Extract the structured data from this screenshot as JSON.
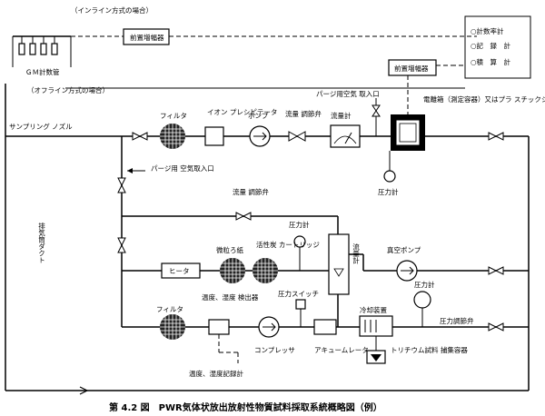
{
  "sections": {
    "inline": "（インライン方式の場合）",
    "offline": "（オフライン方式の場合）"
  },
  "labels": {
    "gm_tube": "ＧＭ計数管",
    "signal_amp_top": "前置増幅器",
    "signal_amp_right": "前置増幅器",
    "counter": "○計数率計",
    "recorder": "○記　録　計",
    "integrator": "○積　算　計",
    "sampling_nozzle": "サンプリング ノズル",
    "filter_1": "フィルタ",
    "ion_prefilter": "イオン プレシピテータ",
    "pump": "ポンプ",
    "flow_valve_1": "流量 調節弁",
    "flowmeter_1": "流量計",
    "purge_air_inlet_1": "パージ用空気 取入口",
    "detector": "電離箱（測定容器）又はプラ スチックシンチレーション検 出器",
    "pressure_gauge_1": "圧力計",
    "exhaust_duct": "排気筒ダクト",
    "purge_air_inlet_2": "パージ用 空気取入口",
    "flow_valve_2": "流量 調節弁",
    "pressure_gauge_2": "圧力計",
    "iodine_filter": "微粒ろ紙",
    "charcoal_cartridge": "活性炭 カートリッジ",
    "flowmeter_2": "流量計",
    "vacuum_pump": "真空ポンプ",
    "heater": "ヒータ",
    "pressure_switch": "圧力スイッチ",
    "pressure_gauge_3": "圧力計",
    "filter_2": "フィルタ",
    "temp_humidity_detector": "温度、湿度 検出器",
    "cooling_unit": "冷却装置",
    "pressure_control_valve": "圧力調節弁",
    "compressor": "コンプレッサ",
    "accumulator": "アキュームレータ",
    "tritium_sample": "トリチウム試料 捕集容器",
    "temp_humidity_recorder": "温度、湿度記録計"
  },
  "caption": "第 4.2 図　PWR気体状放出放射性物質試料採取系統概略図（例）"
}
